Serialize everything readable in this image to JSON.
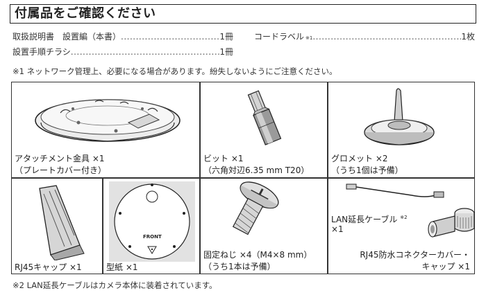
{
  "title": "付属品をご確認ください",
  "contents": {
    "item1_label": "取扱説明書　設置編（本書）",
    "item1_qty": "1冊",
    "item2_label": "コードラベル",
    "item2_mark": "※1",
    "item2_qty": "1枚",
    "item3_label": "設置手順チラシ",
    "item3_qty": "1冊"
  },
  "note1": "※1  ネットワーク管理上、必要になる場合があります。紛失しないようにご注意ください。",
  "parts": {
    "mount_line1": "アタッチメント金具 ×1",
    "mount_line2": "（プレートカバー付き）",
    "bit_line1": "ビット ×1",
    "bit_line2": "（六角対辺6.35 mm T20）",
    "grommet_line1": "グロメット ×2",
    "grommet_line2": "（うち1個は予備）",
    "rj45cap": "RJ45キャップ ×1",
    "template": "型紙 ×1",
    "template_front": "FRONT",
    "screw_line1": "固定ねじ ×4（M4×8 mm）",
    "screw_line2": "（うち1本は予備）",
    "lan_line1": "LAN延長ケーブル",
    "lan_mark": "※2",
    "lan_line2": "×1",
    "rj45cover_line1": "RJ45防水コネクターカバー・",
    "rj45cover_line2": "キャップ ×1"
  },
  "note2": "※2  LAN延長ケーブルはカメラ本体に装着されています。"
}
